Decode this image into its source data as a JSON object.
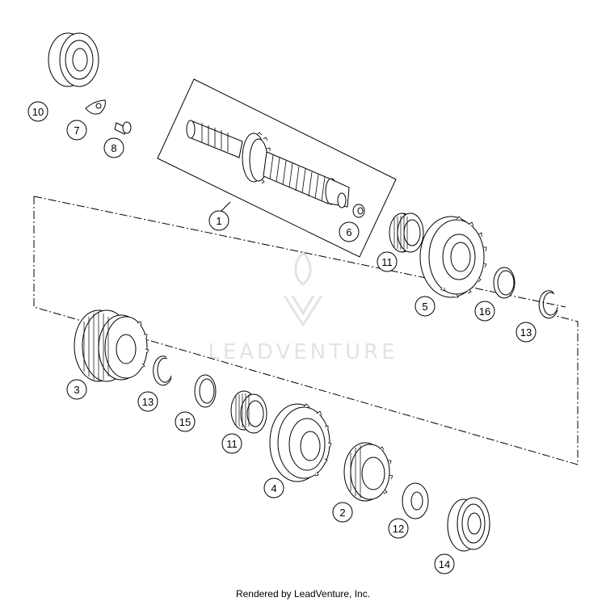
{
  "watermark": {
    "text": "LEADVENTURE",
    "logo_icon": "leadventure-flame-logo"
  },
  "footer": {
    "text": "Rendered by LeadVenture, Inc."
  },
  "callouts": {
    "c1": "1",
    "c2": "2",
    "c3": "3",
    "c4": "4",
    "c5": "5",
    "c6": "6",
    "c7": "7",
    "c8": "8",
    "c10": "10",
    "c11a": "11",
    "c11b": "11",
    "c12": "12",
    "c13a": "13",
    "c13b": "13",
    "c14": "14",
    "c15": "15",
    "c16": "16"
  },
  "colors": {
    "line": "#000000",
    "watermark": "#e3e3e3",
    "background": "#ffffff"
  }
}
